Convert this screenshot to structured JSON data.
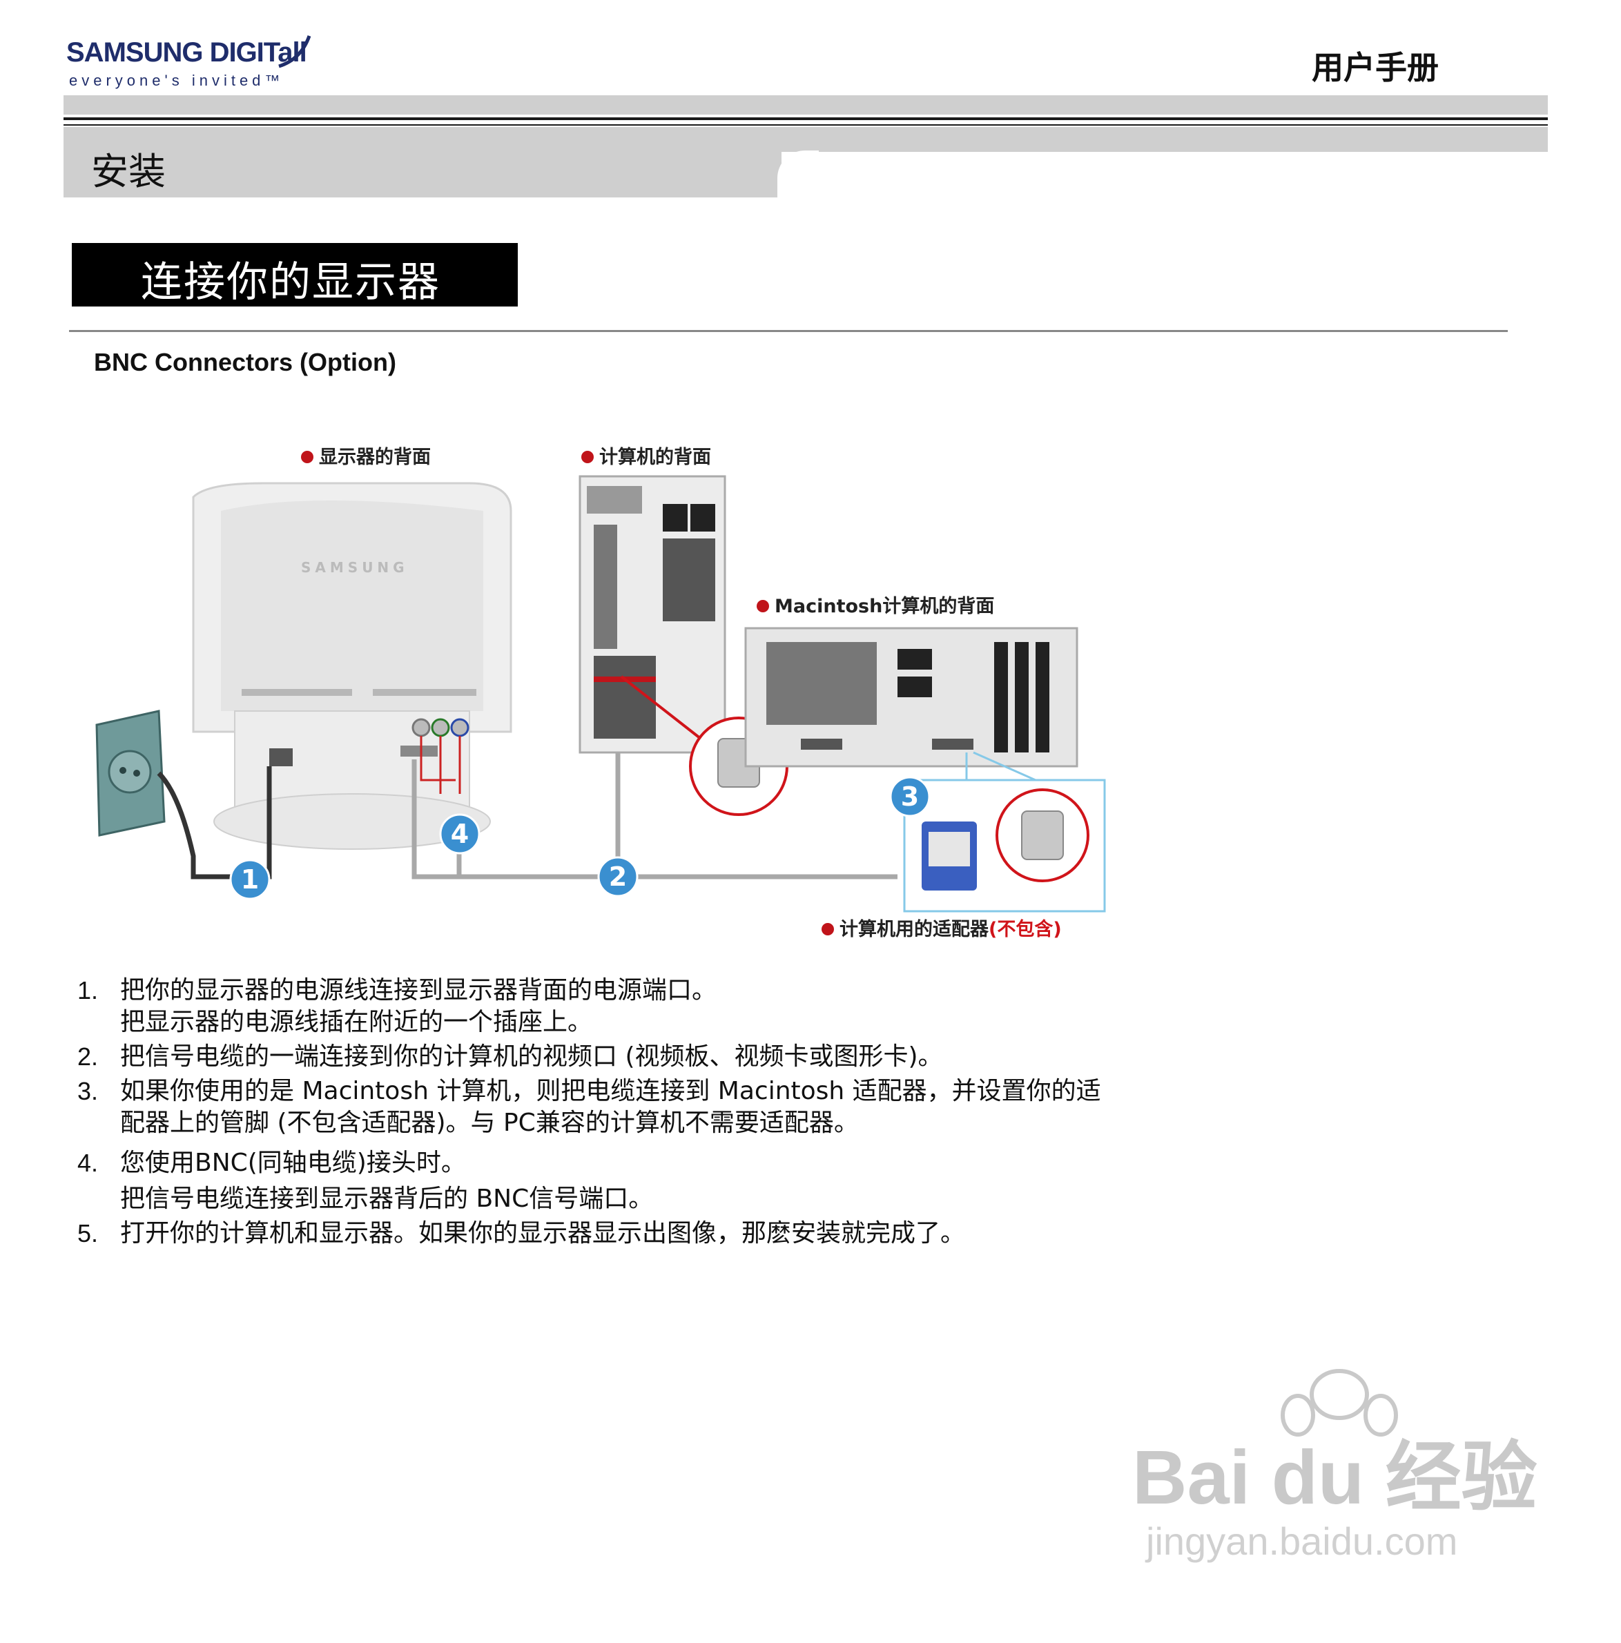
{
  "header": {
    "brand_main": "SAMSUNG DIGITall",
    "brand_tagline": "everyone's invited™",
    "manual_title": "用户手册"
  },
  "section": {
    "title": "安装"
  },
  "page": {
    "title": "连接你的显示器",
    "subheading": "BNC Connectors (Option)"
  },
  "diagram": {
    "label_monitor_back": "显示器的背面",
    "label_computer_back": "计算机的背面",
    "label_mac_back": "Macintosh计算机的背面",
    "label_adapter": "计算机用的适配器",
    "label_adapter_note": "(不包含)",
    "monitor_brand": "SAMSUNG",
    "callouts": [
      "1",
      "2",
      "3",
      "4"
    ]
  },
  "steps": [
    {
      "num": "1.",
      "lines": [
        "把你的显示器的电源线连接到显示器背面的电源端口。",
        "把显示器的电源线插在附近的一个插座上。"
      ]
    },
    {
      "num": "2.",
      "lines": [
        "把信号电缆的一端连接到你的计算机的视频口 (视频板、视频卡或图形卡)。"
      ]
    },
    {
      "num": "3.",
      "lines": [
        "如果你使用的是  Macintosh 计算机，则把电缆连接到  Macintosh 适配器，并设置你的适",
        "配器上的管脚 (不包含适配器)。与  PC兼容的计算机不需要适配器。"
      ]
    },
    {
      "num": "4.",
      "lines": [
        "您使用BNC(同轴电缆)接头时。",
        "把信号电缆连接到显示器背后的  BNC信号端口。"
      ]
    },
    {
      "num": "5.",
      "lines": [
        "打开你的计算机和显示器。如果你的显示器显示出图像，那麽安装就完成了。"
      ]
    }
  ],
  "watermark": {
    "logo_text": "Bai du 经验",
    "url": "jingyan.baidu.com"
  },
  "colors": {
    "brand_blue": "#1f2d6b",
    "header_gray": "#cfcfcf",
    "accent_red": "#c0141a",
    "callout_blue": "#3a8fd0"
  }
}
